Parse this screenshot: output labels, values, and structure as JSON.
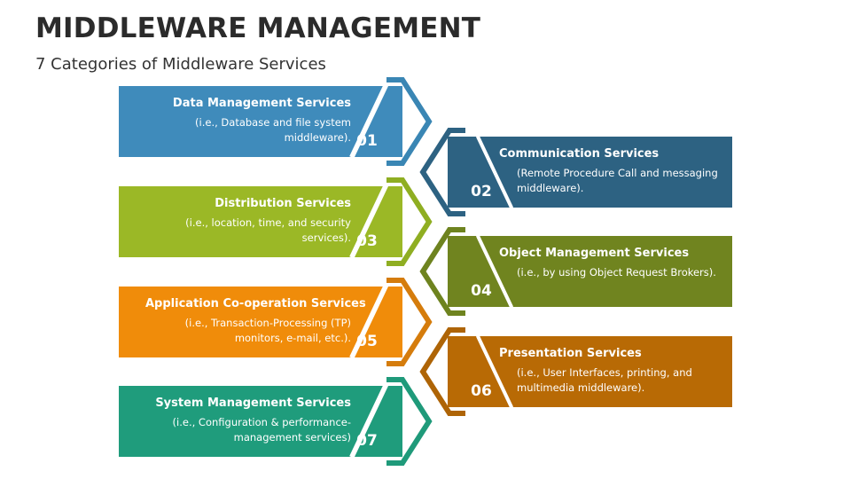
{
  "title": "MIDDLEWARE MANAGEMENT",
  "subtitle": "7 Categories of Middleware Services",
  "items": [
    {
      "number": "01",
      "title": "Data Management Services",
      "description": "(i.e., Database and file system middleware).",
      "color": "#3f8bbb",
      "chevron": "#3a86b4",
      "side": "left"
    },
    {
      "number": "02",
      "title": "Communication Services",
      "description": "(Remote Procedure Call and messaging middleware).",
      "color": "#2d6282",
      "chevron": "#2d6282",
      "side": "right"
    },
    {
      "number": "03",
      "title": "Distribution Services",
      "description": "(i.e., location, time, and security services).",
      "color": "#9bb826",
      "chevron": "#8fae22",
      "side": "left"
    },
    {
      "number": "04",
      "title": "Object Management Services",
      "description": "(i.e., by using Object Request Brokers).",
      "color": "#70841f",
      "chevron": "#6e831f",
      "side": "right"
    },
    {
      "number": "05",
      "title": "Application Co-operation Services",
      "description": "(i.e., Transaction-Processing (TP) monitors, e-mail, etc.).",
      "color": "#f08c0a",
      "chevron": "#d57c0c",
      "side": "left"
    },
    {
      "number": "06",
      "title": "Presentation Services",
      "description": "(i.e., User Interfaces, printing, and multimedia middleware).",
      "color": "#b86a05",
      "chevron": "#ae6406",
      "side": "right"
    },
    {
      "number": "07",
      "title": "System Management Services",
      "description": "(i.e., Configuration & performance-management services)",
      "color": "#1f9c7c",
      "chevron": "#1f9a7a",
      "side": "left"
    }
  ]
}
